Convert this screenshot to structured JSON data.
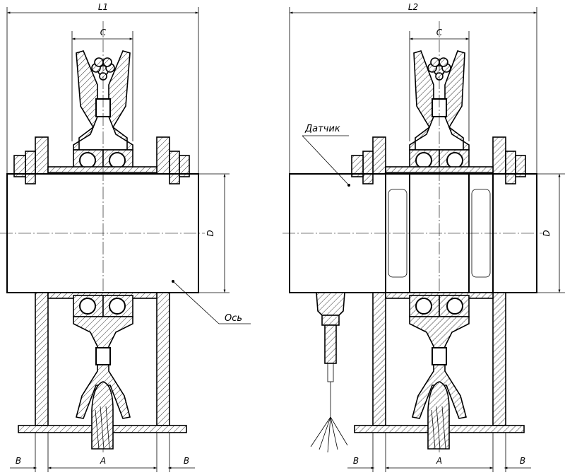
{
  "left_view": {
    "overall_width_label": "L1",
    "pulley_width_label": "C",
    "diameter_label": "D",
    "base_center_label": "A",
    "base_left_label": "B",
    "base_right_label": "B",
    "axle_callout": "Ось"
  },
  "right_view": {
    "overall_width_label": "L2",
    "pulley_width_label": "C",
    "diameter_label": "D",
    "base_center_label": "A",
    "base_left_label": "B",
    "base_right_label": "B",
    "sensor_callout": "Датчик"
  }
}
